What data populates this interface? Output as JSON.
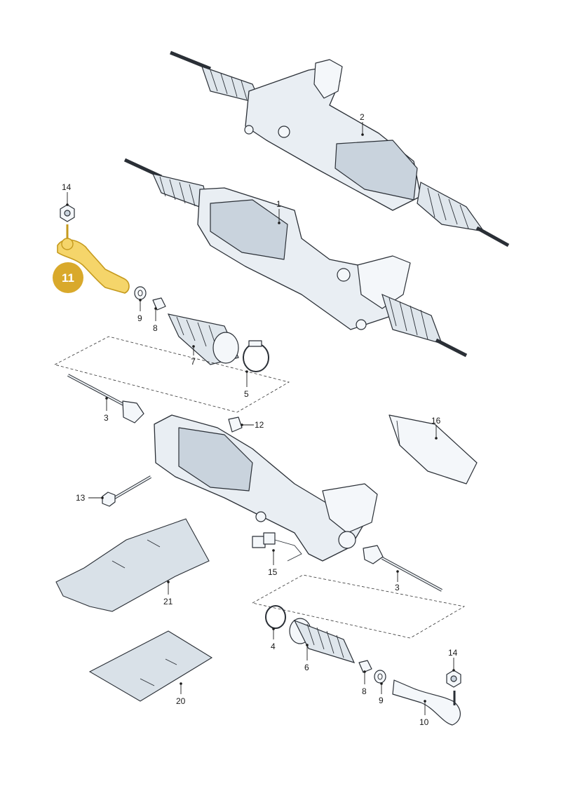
{
  "diagram": {
    "callouts": {
      "c1": "1",
      "c2": "2",
      "c3a": "3",
      "c3b": "3",
      "c4": "4",
      "c5": "5",
      "c6": "6",
      "c7": "7",
      "c8a": "8",
      "c8b": "8",
      "c9a": "9",
      "c9b": "9",
      "c10": "10",
      "c11": "11",
      "c12": "12",
      "c13": "13",
      "c14a": "14",
      "c14b": "14",
      "c15": "15",
      "c16": "16",
      "c20": "20",
      "c21": "21"
    },
    "highlight_color": "#d9a92b"
  }
}
